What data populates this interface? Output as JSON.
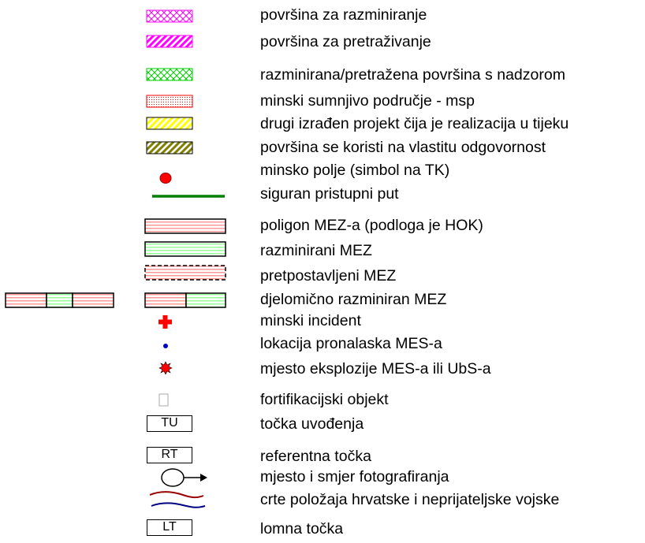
{
  "legend_items": [
    {
      "label": "površina za razminiranje"
    },
    {
      "label": "površina za pretraživanje"
    },
    {
      "label": "razminirana/pretražena površina s nadzorom"
    },
    {
      "label": "minski sumnjivo područje - msp"
    },
    {
      "label": "drugi izrađen projekt čija je realizacija u tijeku"
    },
    {
      "label": "površina se koristi na vlastitu odgovornost"
    },
    {
      "label": "minsko polje (simbol na TK)"
    },
    {
      "label": "siguran pristupni put"
    },
    {
      "label": "poligon MEZ-a (podloga je HOK)"
    },
    {
      "label": "razminirani MEZ"
    },
    {
      "label": "pretpostavljeni MEZ"
    },
    {
      "label": "djelomično razminiran MEZ"
    },
    {
      "label": "minski incident"
    },
    {
      "label": "lokacija pronalaska MES-a"
    },
    {
      "label": "mjesto eksplozije MES-a ili UbS-a"
    },
    {
      "label": "fortifikacijski objekt"
    },
    {
      "label": "točka uvođenja"
    },
    {
      "label": "referentna točka"
    },
    {
      "label": "mjesto i smjer fotografiranja"
    },
    {
      "label": "crte položaja hrvatske i neprijateljske vojske"
    },
    {
      "label": "lomna točka"
    }
  ],
  "symbol_codes": {
    "tu": "TU",
    "rt": "RT",
    "lt": "LT"
  },
  "colors": {
    "magenta": "#ff00ff",
    "green": "#00cc00",
    "red": "#ff0000",
    "yellow": "#ffff00",
    "olive": "#808000",
    "dark_green": "#008000",
    "blue": "#0000cc",
    "dark_red": "#990000",
    "navy": "#000080",
    "red_stripe": "#ff9999",
    "green_stripe": "#99ff99"
  }
}
